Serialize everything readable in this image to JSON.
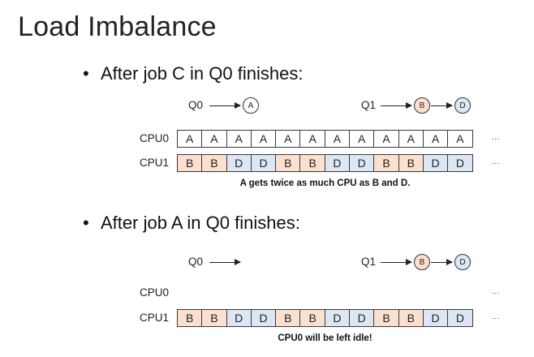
{
  "slide": {
    "title": "Load Imbalance"
  },
  "section1": {
    "bullet": "After job C in Q0 finishes:",
    "q0_label": "Q0",
    "q1_label": "Q1",
    "q0_jobs": [
      "A"
    ],
    "q1_jobs": [
      "B",
      "D"
    ],
    "cpu0_label": "CPU0",
    "cpu1_label": "CPU1",
    "cpu0_cells": [
      "A",
      "A",
      "A",
      "A",
      "A",
      "A",
      "A",
      "A",
      "A",
      "A",
      "A",
      "A"
    ],
    "cpu1_cells": [
      "B",
      "B",
      "D",
      "D",
      "B",
      "B",
      "D",
      "D",
      "B",
      "B",
      "D",
      "D"
    ],
    "ellipsis": "...",
    "caption": "A gets twice as much CPU as B and D."
  },
  "section2": {
    "bullet": "After job A in Q0 finishes:",
    "q0_label": "Q0",
    "q1_label": "Q1",
    "q0_jobs": [],
    "q1_jobs": [
      "B",
      "D"
    ],
    "cpu0_label": "CPU0",
    "cpu1_label": "CPU1",
    "cpu0_cells": [],
    "cpu1_cells": [
      "B",
      "B",
      "D",
      "D",
      "B",
      "B",
      "D",
      "D",
      "B",
      "B",
      "D",
      "D"
    ],
    "ellipsis": "...",
    "caption": "CPU0 will be left idle!"
  },
  "colors": {
    "job_a": "#ffffff",
    "job_b": "#fbe0cf",
    "job_d": "#dde6f4",
    "border": "#3a3a3a"
  }
}
